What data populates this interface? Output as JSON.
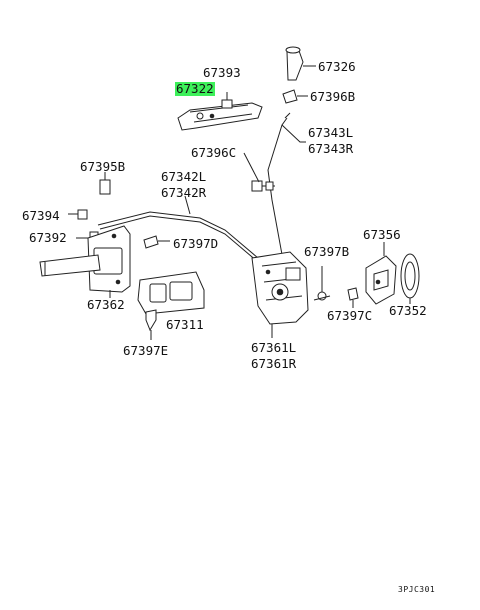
{
  "diagram": {
    "labels": {
      "p67393": "67393",
      "p67322": "67322",
      "p67326": "67326",
      "p67396B": "67396B",
      "p67343L": "67343L",
      "p67343R": "67343R",
      "p67396C": "67396C",
      "p67395B": "67395B",
      "p67342L": "67342L",
      "p67342R": "67342R",
      "p67394": "67394",
      "p67392": "67392",
      "p67397D": "67397D",
      "p67397B": "67397B",
      "p67356": "67356",
      "p67362": "67362",
      "p67311": "67311",
      "p67397C": "67397C",
      "p67352": "67352",
      "p67397E": "67397E",
      "p67361L": "67361L",
      "p67361R": "67361R",
      "code": "3PJC301"
    },
    "highlight_color": "#3df05a"
  }
}
